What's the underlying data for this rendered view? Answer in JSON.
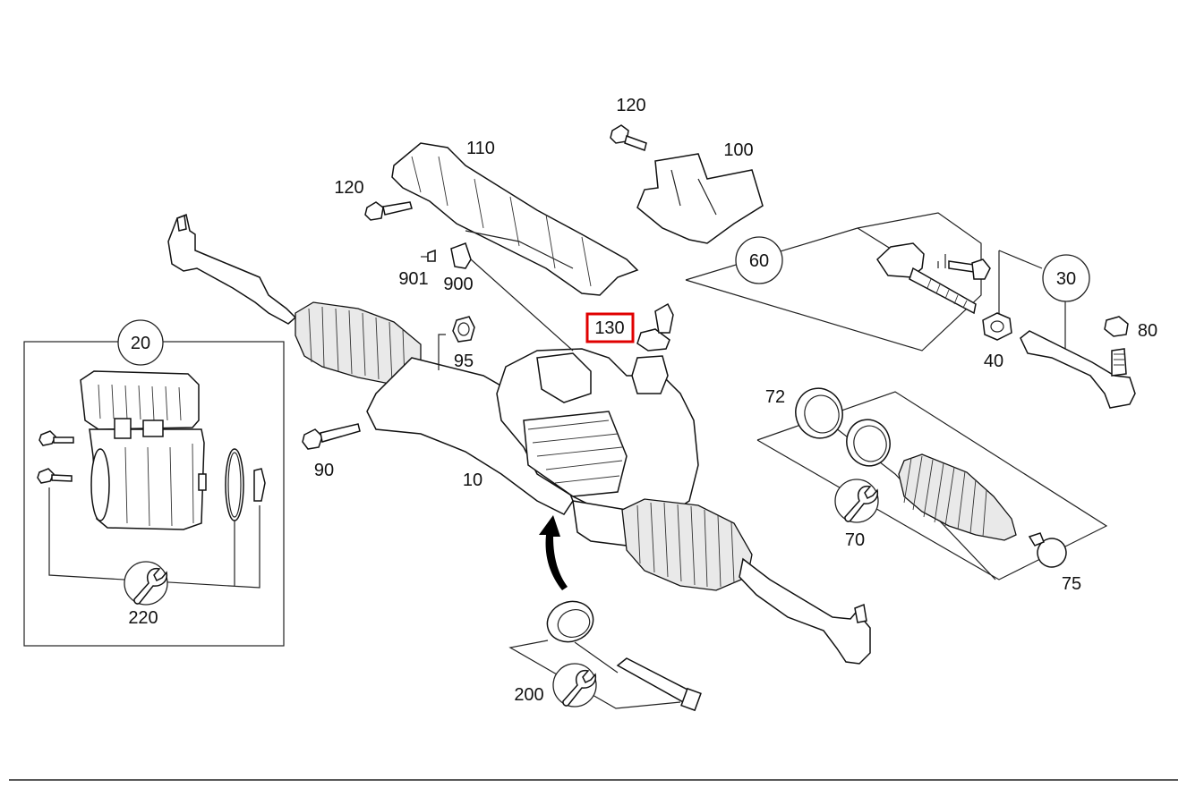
{
  "diagram": {
    "highlight_color": "#e00000",
    "labels": {
      "p10": "10",
      "p20": "20",
      "p30": "30",
      "p40": "40",
      "p60": "60",
      "p70": "70",
      "p72": "72",
      "p75": "75",
      "p80": "80",
      "p90": "90",
      "p95": "95",
      "p100": "100",
      "p110": "110",
      "p120a": "120",
      "p120b": "120",
      "p130": "130",
      "p200": "200",
      "p220": "220",
      "p900": "900",
      "p901": "901"
    },
    "icons": {
      "wrench": "wrench-icon",
      "arrow": "curved-arrow-icon"
    }
  }
}
